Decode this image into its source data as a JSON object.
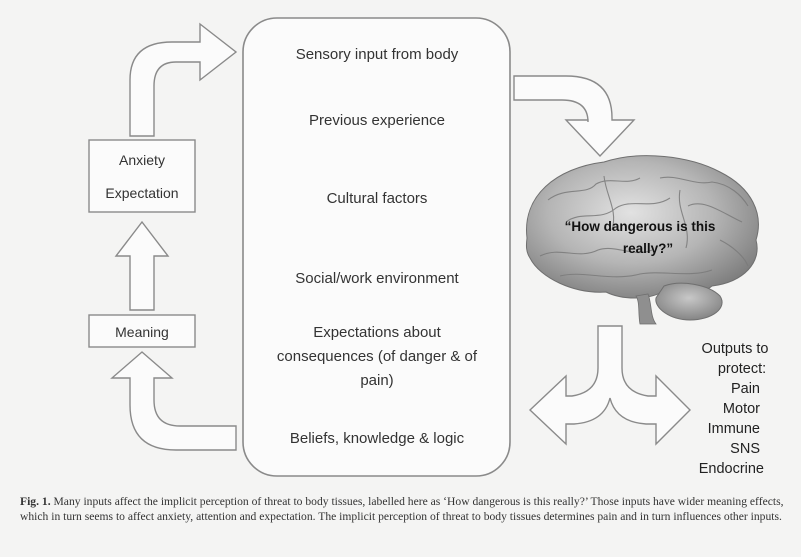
{
  "center_panel": {
    "items": [
      "Sensory input from body",
      "Previous experience",
      "Cultural factors",
      "Social/work environment",
      "Expectations about",
      "consequences (of danger & of",
      "pain)",
      "Beliefs, knowledge & logic"
    ]
  },
  "left_boxes": {
    "anxiety": "Anxiety",
    "expectation": "Expectation",
    "meaning": "Meaning"
  },
  "brain": {
    "line1": "“How dangerous is this",
    "line2": "really?”"
  },
  "outputs": {
    "heading1": "Outputs to",
    "heading2": "protect:",
    "items": [
      "Pain",
      "Motor",
      "Immune",
      "SNS",
      "Endocrine"
    ]
  },
  "caption": {
    "label": "Fig. 1.",
    "text": "Many inputs affect the implicit perception of threat to body tissues, labelled here as ‘How dangerous is this really?’ Those inputs have wider meaning effects, which in turn seems to affect anxiety, attention and expectation. The implicit perception of threat to body tissues determines pain and in turn influences other inputs."
  },
  "colors": {
    "background": "#f4f4f3",
    "stroke": "#8a8a8a",
    "brain_fill": "#9a9a9a"
  }
}
